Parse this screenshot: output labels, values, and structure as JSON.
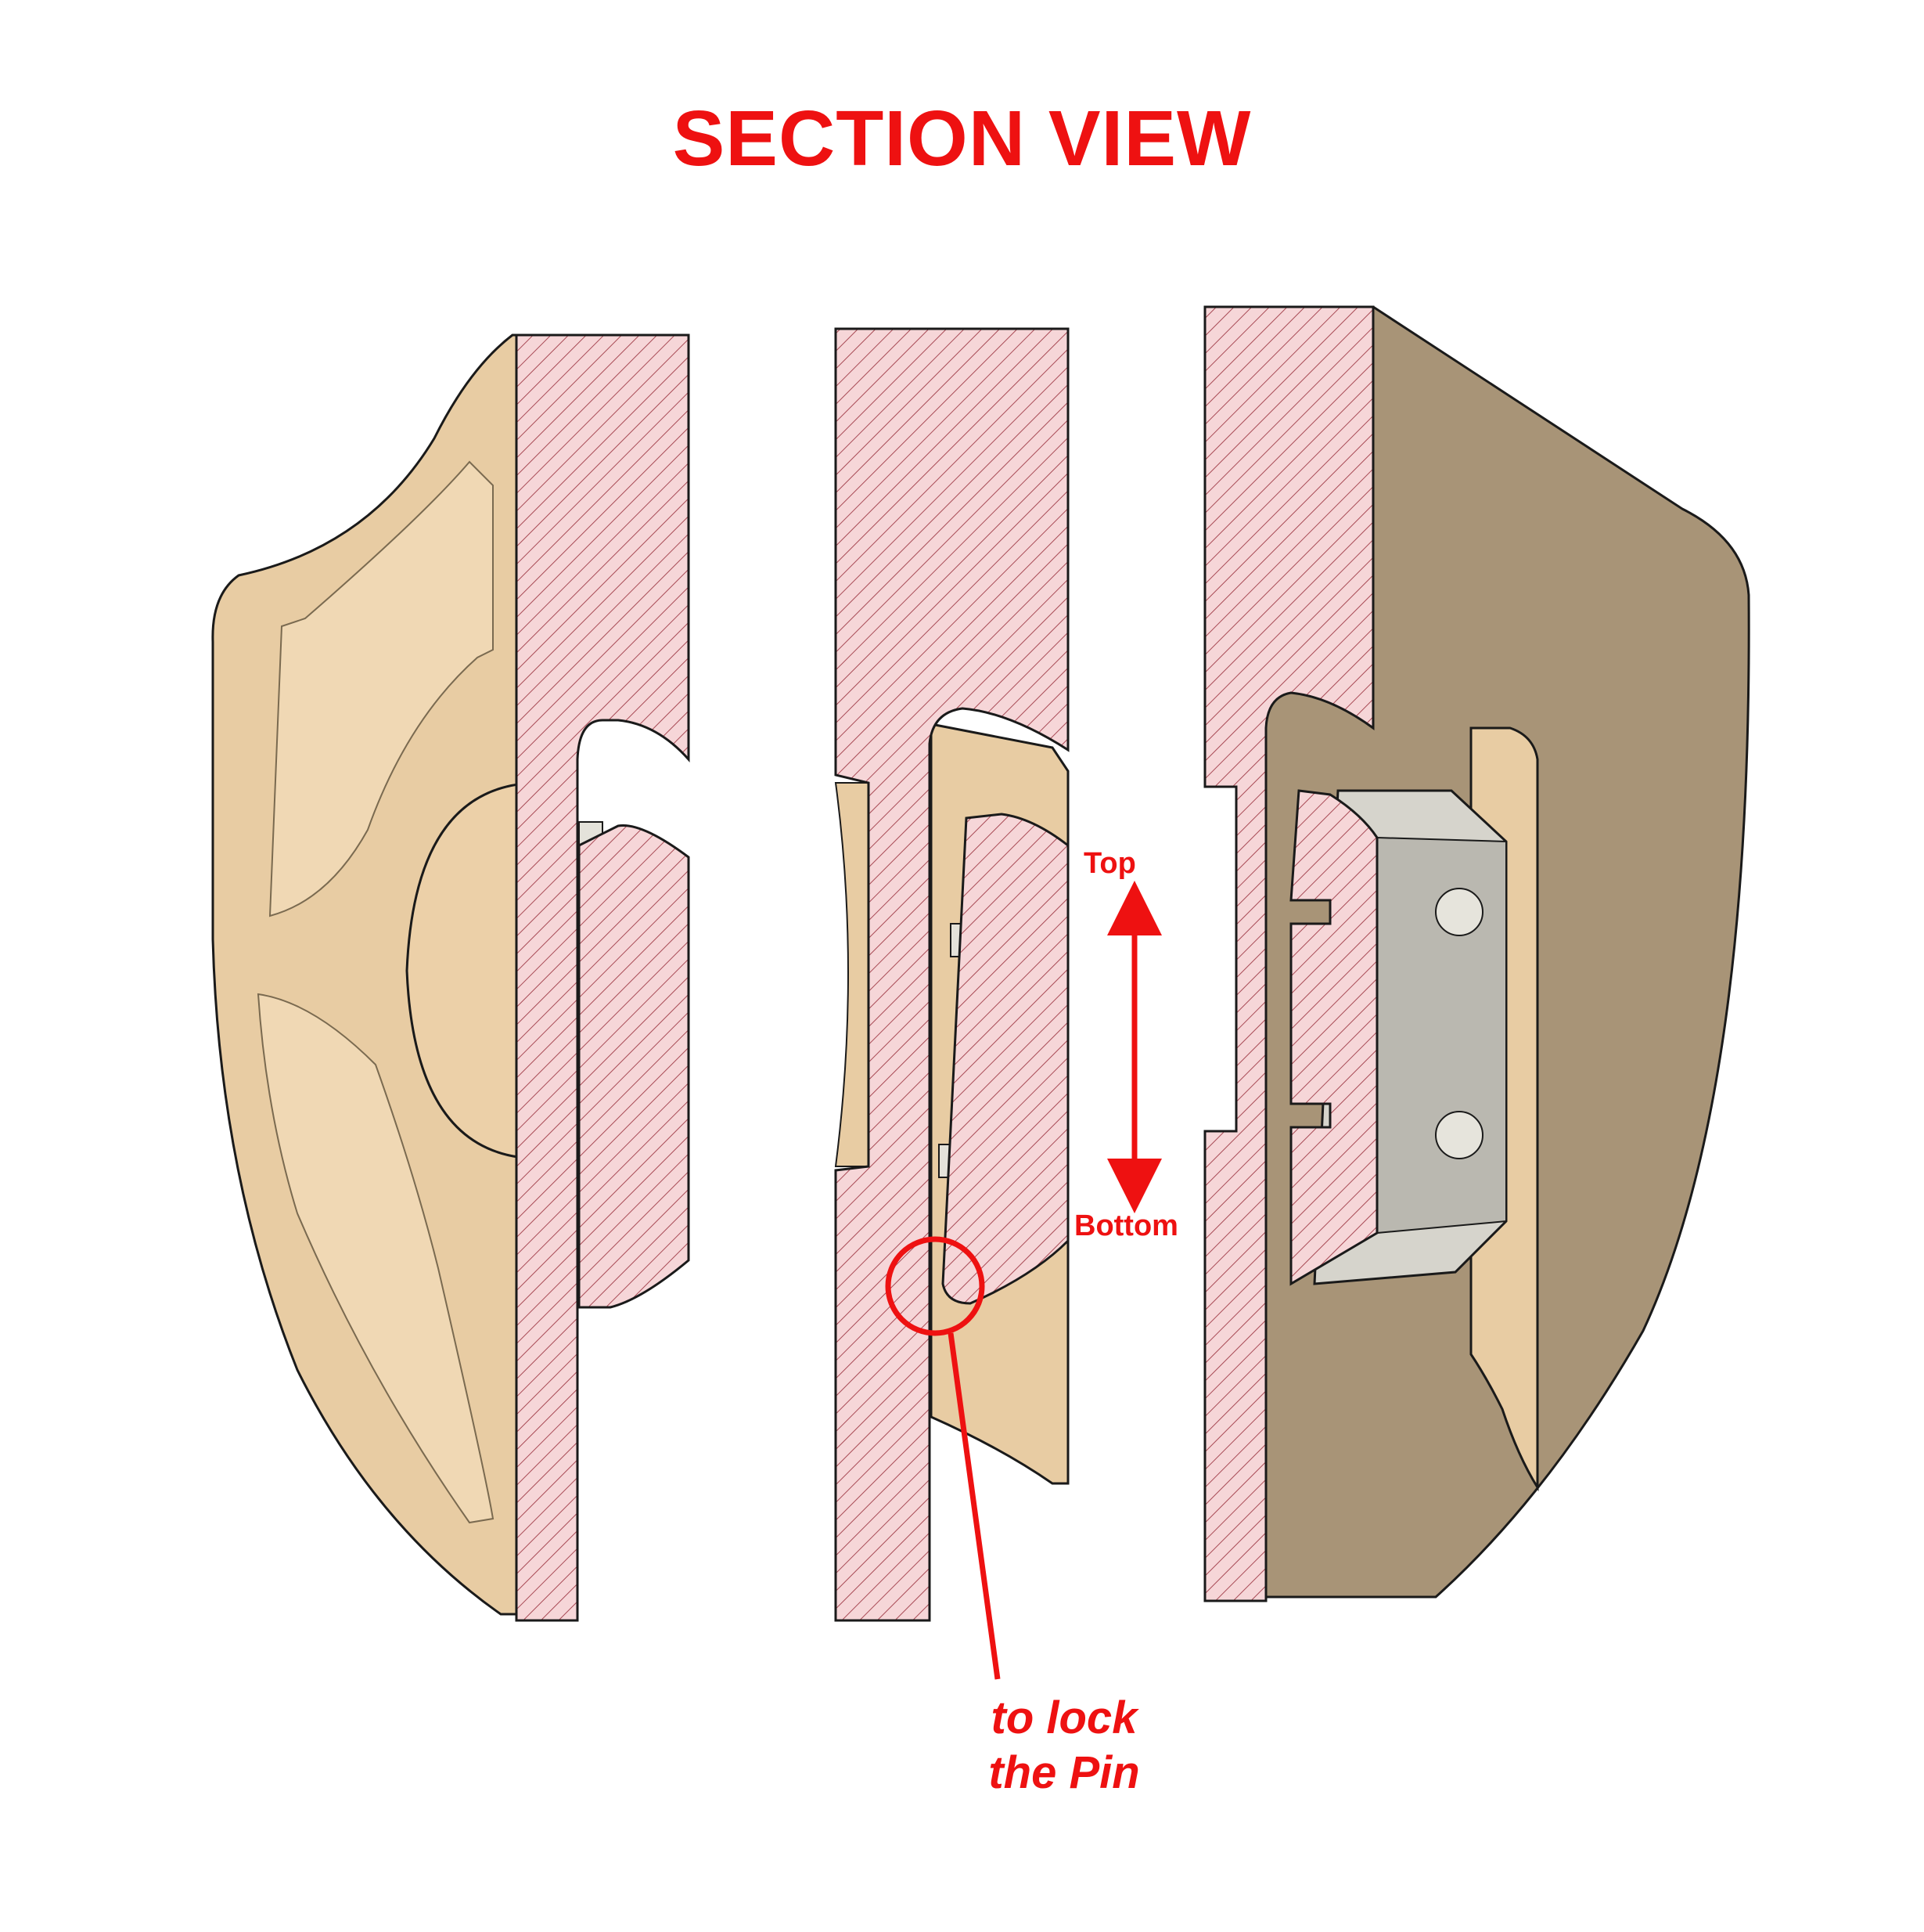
{
  "title": "SECTION VIEW",
  "direction_labels": {
    "top": "Top",
    "bottom": "Bottom"
  },
  "callout": {
    "line1": "to lock",
    "line2": "the Pin"
  },
  "colors": {
    "annotation_red": "#ee1111",
    "section_fill": "#f6d6d8",
    "hatch_line": "#a84a55",
    "part_tan": "#e8cca3",
    "part_tan_dark": "#a89477",
    "pin_grey": "#d6d4cc",
    "outline": "#1a1a1a"
  }
}
